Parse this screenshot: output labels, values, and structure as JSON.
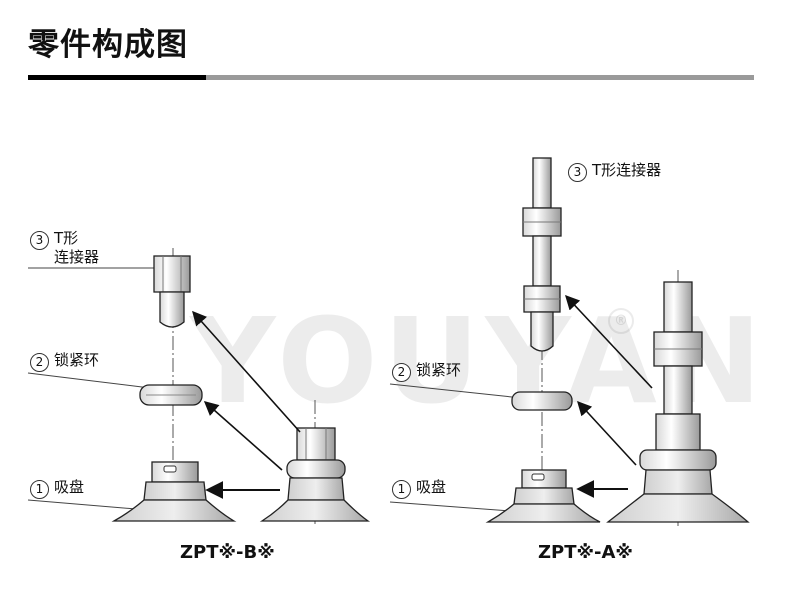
{
  "title": "零件构成图",
  "watermark": "YOUYAN",
  "watermark_reg": "®",
  "left_assembly": {
    "model": "ZPT※-B※",
    "parts": [
      {
        "num": "3",
        "label_line1": "T形",
        "label_line2": "连接器"
      },
      {
        "num": "2",
        "label": "锁紧环"
      },
      {
        "num": "1",
        "label": "吸盘"
      }
    ]
  },
  "right_assembly": {
    "model": "ZPT※-A※",
    "parts": [
      {
        "num": "3",
        "label": "T形连接器"
      },
      {
        "num": "2",
        "label": "锁紧环"
      },
      {
        "num": "1",
        "label": "吸盘"
      }
    ]
  }
}
